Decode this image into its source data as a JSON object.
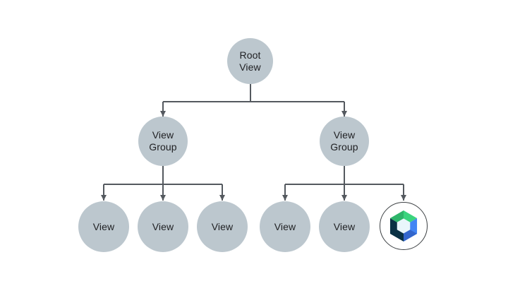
{
  "diagram": {
    "description": "Android view hierarchy tree",
    "nodes": {
      "root_label": "Root\nView",
      "group_left_label": "View\nGroup",
      "group_right_label": "View\nGroup",
      "leaves_left": [
        "View",
        "View",
        "View"
      ],
      "leaves_right": [
        "View",
        "View"
      ],
      "compose_icon": "jetpack-compose-logo"
    }
  },
  "colors": {
    "node_fill": "#BCC7CE",
    "line": "#54595F",
    "text": "#202124",
    "compose_ring": "#3C4043",
    "compose_navy": "#0A3144",
    "compose_blue": "#4285F4",
    "compose_blue_dark": "#3366CC",
    "compose_green_light": "#3BD47E",
    "compose_green_dark": "#2EB56A",
    "compose_center": "#E9F6FB"
  }
}
